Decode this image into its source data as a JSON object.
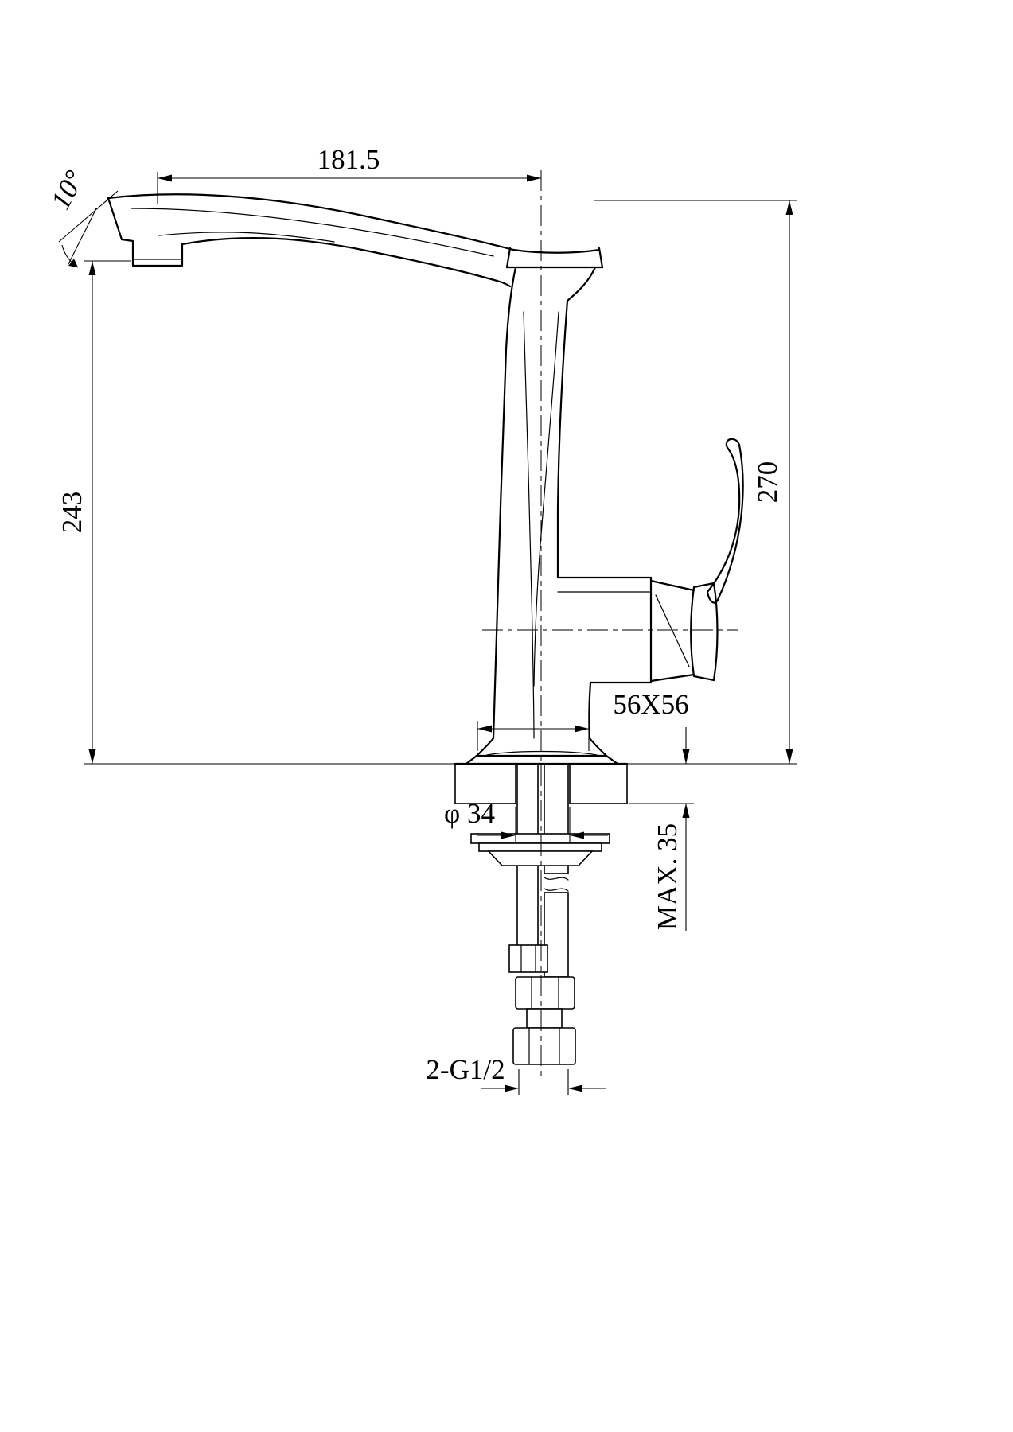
{
  "drawing": {
    "type": "faucet-installation-technical-drawing",
    "dimensions": {
      "spout_reach": "181.5",
      "spout_angle": "10°",
      "spout_height": "243",
      "total_height": "270",
      "base_size": "56X56",
      "hole_diameter": "φ 34",
      "max_deck_thickness": "MAX. 35",
      "inlet_thread": "2-G1/2"
    },
    "colors": {
      "line": "#000000",
      "background": "#ffffff"
    }
  }
}
